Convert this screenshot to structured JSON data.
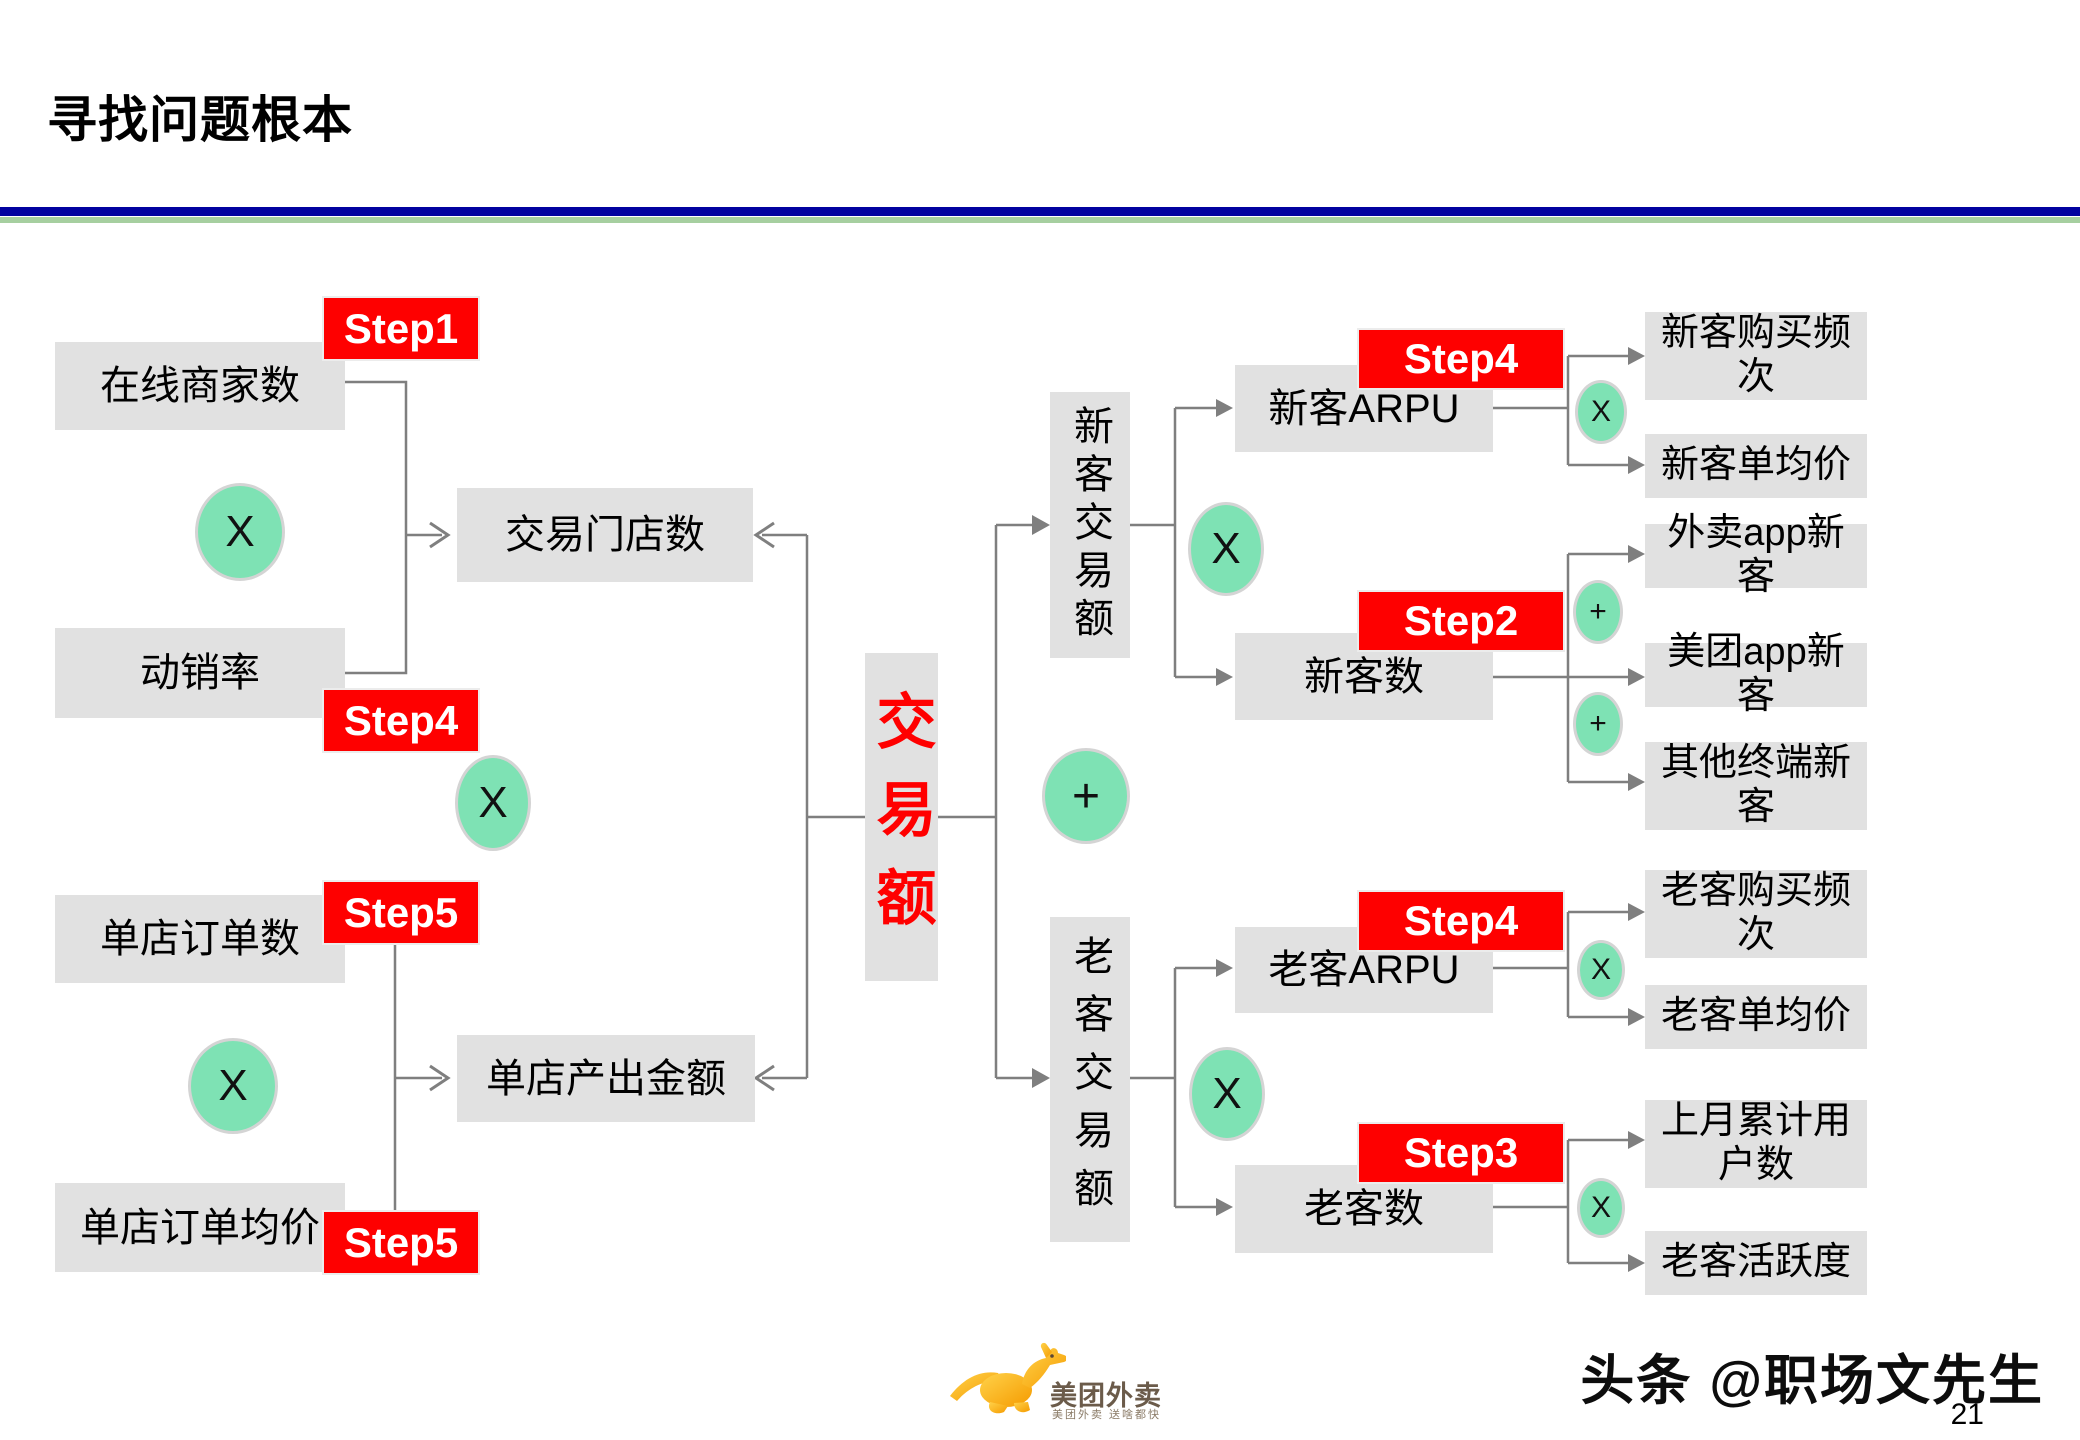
{
  "page": {
    "title": "寻找问题根本",
    "page_number": "21",
    "watermark": "头条 @职场文先生",
    "logo": {
      "brand": "美团外卖",
      "tagline": "美团外卖 送啥都快"
    }
  },
  "ops": {
    "multiply": "X",
    "add": "+"
  },
  "badges": {
    "step1": "Step1",
    "step2": "Step2",
    "step3": "Step3",
    "step4": "Step4",
    "step5": "Step5"
  },
  "nodes": {
    "root": "交易额",
    "online_merchants": "在线商家数",
    "sell_through_rate": "动销率",
    "trading_stores": "交易门店数",
    "store_orders": "单店订单数",
    "store_order_avg_price": "单店订单均价",
    "store_output_amount": "单店产出金额",
    "new_customer_gmv": "新客交易额",
    "old_customer_gmv": "老客交易额",
    "new_arpu": "新客ARPU",
    "new_customer_count": "新客数",
    "old_arpu": "老客ARPU",
    "old_customer_count": "老客数",
    "new_purchase_freq": "新客购买频次",
    "new_avg_order_value": "新客单均价",
    "waimai_app_new": "外卖app新客",
    "meituan_app_new": "美团app新客",
    "other_terminal_new": "其他终端新客",
    "old_purchase_freq": "老客购买频次",
    "old_avg_order_value": "老客单均价",
    "last_month_users": "上月累计用户数",
    "old_customer_activity": "老客活跃度"
  },
  "colors": {
    "badge_red": "#FE0000",
    "root_text_red": "#FF0000",
    "operator_green": "#7EE2B4",
    "box_gray": "#E1E1E1",
    "line_gray": "#7F7F7F",
    "divider_navy": "#0202A0",
    "divider_green": "#A6CFA0",
    "brand_brown": "#6B5B4A",
    "brand_yellow": "#F9A825"
  }
}
